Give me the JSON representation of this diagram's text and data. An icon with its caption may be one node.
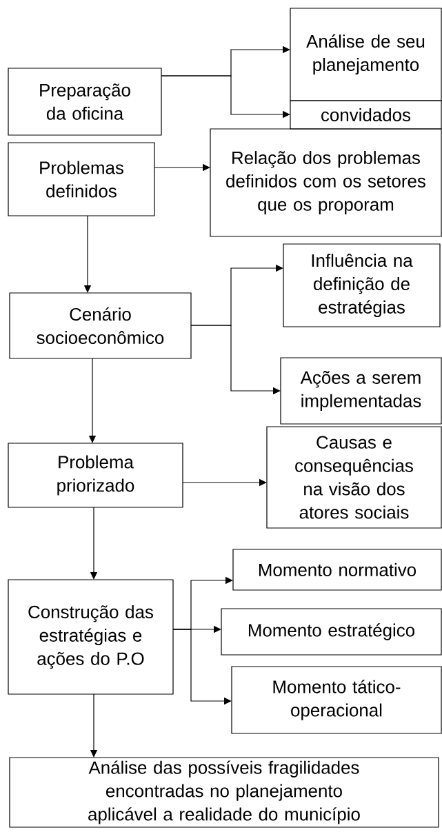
{
  "diagram": {
    "nodes": [
      {
        "text": [
          "Preparação da oficina"
        ]
      },
      {
        "text": [
          "Análise de seu planejamento"
        ]
      },
      {
        "text": [
          "convidados"
        ]
      },
      {
        "text": [
          "Problemas definidos"
        ]
      },
      {
        "text": [
          "Relação dos problemas definidos com os setores que os proporam"
        ]
      },
      {
        "text": [
          "Cenário socioeconômico"
        ]
      },
      {
        "text": [
          "Influência na definição de estratégias"
        ]
      },
      {
        "text": [
          "Ações a serem implementadas"
        ]
      },
      {
        "text": [
          "Problema priorizado"
        ]
      },
      {
        "text": [
          "Causas e consequências na visão dos atores sociais"
        ]
      },
      {
        "text": [
          "Construção das estratégias e ações do P.O"
        ]
      },
      {
        "text": [
          "Momento normativo"
        ]
      },
      {
        "text": [
          "Momento estratégico"
        ]
      },
      {
        "text": [
          "Momento tático-operacional"
        ]
      },
      {
        "text": [
          "Análise das possíveis fragilidades encontradas no planejamento aplicável a realidade do município"
        ]
      }
    ],
    "edges": [
      {
        "from": 0,
        "to": 1,
        "arrow": "to"
      },
      {
        "from": 0,
        "to": 2,
        "arrow": "to"
      },
      {
        "from": 3,
        "to": 4,
        "arrow": "to"
      },
      {
        "from": 3,
        "to": 5,
        "arrow": "to"
      },
      {
        "from": 5,
        "to": 6,
        "arrow": "to"
      },
      {
        "from": 5,
        "to": 7,
        "arrow": "to"
      },
      {
        "from": 5,
        "to": 8,
        "arrow": "to"
      },
      {
        "from": 8,
        "to": 9,
        "arrow": "to"
      },
      {
        "from": 8,
        "to": 10,
        "arrow": "to"
      },
      {
        "from": 10,
        "to": 11,
        "arrow": "to"
      },
      {
        "from": 10,
        "to": 12,
        "arrow": "to"
      },
      {
        "from": 10,
        "to": 13,
        "arrow": "to"
      },
      {
        "from": 10,
        "to": 14,
        "arrow": "to"
      }
    ]
  }
}
